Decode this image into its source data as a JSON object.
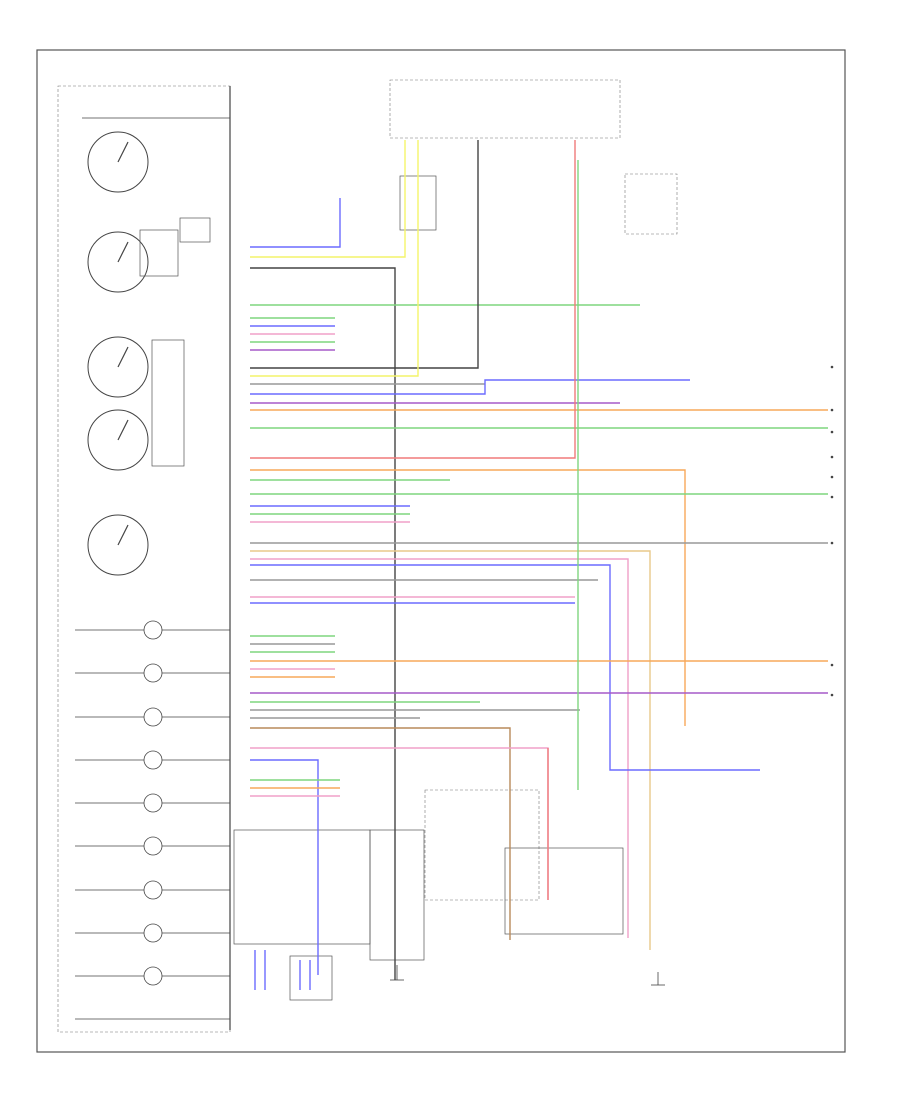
{
  "diagram": {
    "page_label": "",
    "footer_label": "",
    "corner_code": "",
    "gauges_left": [
      {
        "id": "g1",
        "label": ""
      },
      {
        "id": "g2",
        "label": ""
      },
      {
        "id": "g3",
        "label": ""
      },
      {
        "id": "g4",
        "label": ""
      },
      {
        "id": "g5",
        "label": ""
      }
    ],
    "indicators_left": [
      "",
      "",
      "",
      "",
      "",
      "",
      "",
      "",
      "",
      ""
    ],
    "wire_colors": {
      "blue": "#6b6bff",
      "yellow": "#f4f46a",
      "green": "#7fd67f",
      "orange": "#f7a85a",
      "red": "#f07a7a",
      "purple": "#a65ac9",
      "pink": "#f0a0c8",
      "brown": "#b88a5a",
      "gray": "#999999",
      "black": "#444444",
      "tan": "#e8c98a"
    }
  }
}
